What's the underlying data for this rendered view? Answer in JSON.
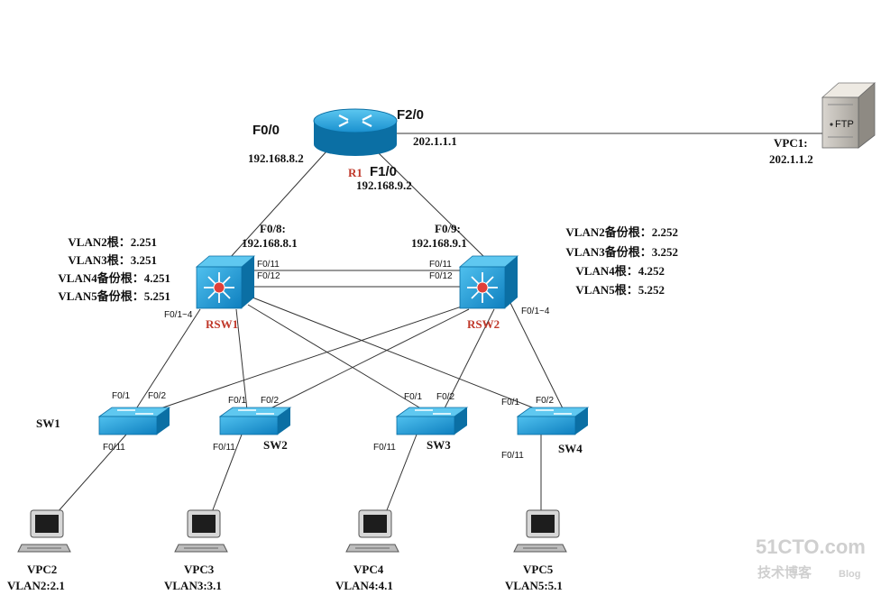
{
  "router": {
    "name": "R1",
    "port_left": "F0/0",
    "ip_left": "192.168.8.2",
    "port_top": "F2/0",
    "ip_top": "202.1.1.1",
    "port_bottom": "F1/0",
    "ip_bottom": "192.168.9.2"
  },
  "server": {
    "icon_label": "FTP",
    "name": "VPC1:",
    "ip": "202.1.1.2"
  },
  "rsw1": {
    "name": "RSW1",
    "uplink_port": "F0/8:",
    "uplink_ip": "192.168.8.1",
    "port_a": "F0/11",
    "port_b": "F0/12",
    "down_ports": "F0/1~4",
    "roles": [
      "VLAN2根：2.251",
      "VLAN3根：3.251",
      "VLAN4备份根：4.251",
      "VLAN5备份根：5.251"
    ]
  },
  "rsw2": {
    "name": "RSW2",
    "uplink_port": "F0/9:",
    "uplink_ip": "192.168.9.1",
    "port_a": "F0/11",
    "port_b": "F0/12",
    "down_ports": "F0/1~4",
    "roles": [
      "VLAN2备份根：2.252",
      "VLAN3备份根：3.252",
      "VLAN4根：4.252",
      "VLAN5根：5.252"
    ]
  },
  "switches": [
    {
      "name": "SW1",
      "p1": "F0/1",
      "p2": "F0/2",
      "p11": "F0/11"
    },
    {
      "name": "SW2",
      "p1": "F0/1",
      "p2": "F0/2",
      "p11": "F0/11"
    },
    {
      "name": "SW3",
      "p1": "F0/1",
      "p2": "F0/2",
      "p11": "F0/11"
    },
    {
      "name": "SW4",
      "p1": "F0/1",
      "p2": "F0/2",
      "p11": "F0/11"
    }
  ],
  "pcs": [
    {
      "name": "VPC2",
      "vlan": "VLAN2:2.1"
    },
    {
      "name": "VPC3",
      "vlan": "VLAN3:3.1"
    },
    {
      "name": "VPC4",
      "vlan": "VLAN4:4.1"
    },
    {
      "name": "VPC5",
      "vlan": "VLAN5:5.1"
    }
  ],
  "watermark": {
    "brand": "51CTO.com",
    "sub": "技术博客",
    "blog": "Blog"
  },
  "colors": {
    "device_blue": "#1b9ad6",
    "device_dark": "#0b6fa4",
    "label_red": "#c0392b"
  }
}
